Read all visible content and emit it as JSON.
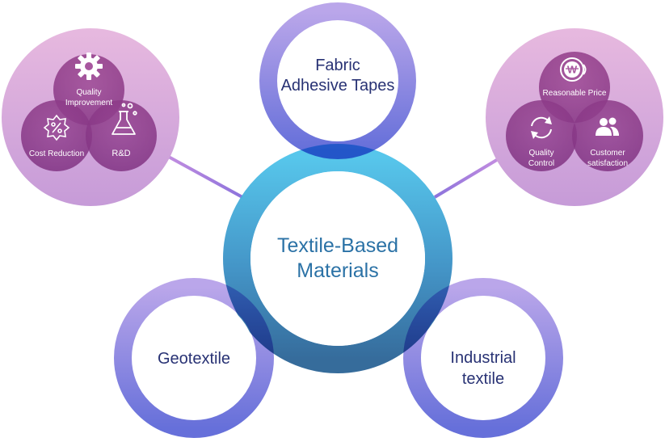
{
  "center": {
    "line1": "Textile-Based",
    "line2": "Materials"
  },
  "satellites": {
    "top": {
      "line1": "Fabric",
      "line2": "Adhesive Tapes"
    },
    "bottom_left": {
      "line1": "Geotextile"
    },
    "bottom_right": {
      "line1": "Industrial",
      "line2": "textile"
    }
  },
  "left_cluster": {
    "quality": {
      "line1": "Quality",
      "line2": "Improvement",
      "icon": "gear-icon"
    },
    "cost": {
      "line1": "Cost Reduction",
      "icon": "percent-badge-icon"
    },
    "rnd": {
      "line1": "R&D",
      "icon": "flask-icon"
    }
  },
  "right_cluster": {
    "price": {
      "line1": "Reasonable Price",
      "icon": "won-coin-icon"
    },
    "control": {
      "line1": "Quality",
      "line2": "Control",
      "icon": "refresh-arrows-icon"
    },
    "customer": {
      "line1": "Customer",
      "line2": "satisfaction",
      "icon": "users-icon"
    }
  },
  "colors": {
    "center_ring_top": "#4cbde6",
    "center_ring_bottom": "#2c6898",
    "satellite_ring_top": "#ab98e6",
    "satellite_ring_bottom": "#5a63d8",
    "cluster_bg": "#d9a9dc",
    "cluster_sub": "#b15fa8",
    "center_text": "#2b72a6",
    "satellite_text": "#283274",
    "connector": "#b77cd6"
  }
}
